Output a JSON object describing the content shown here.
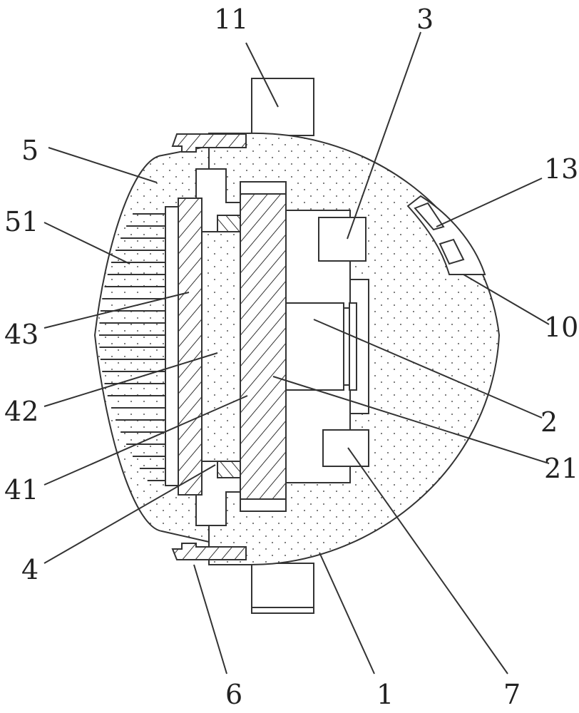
{
  "labels": {
    "l11": "11",
    "l3": "3",
    "l5": "5",
    "l13": "13",
    "l51": "51",
    "l10": "10",
    "l43": "43",
    "l2": "2",
    "l42": "42",
    "l21": "21",
    "l41": "41",
    "l4": "4",
    "l6": "6",
    "l1": "1",
    "l7": "7"
  },
  "colors": {
    "line": "#333333",
    "background": "#ffffff"
  }
}
